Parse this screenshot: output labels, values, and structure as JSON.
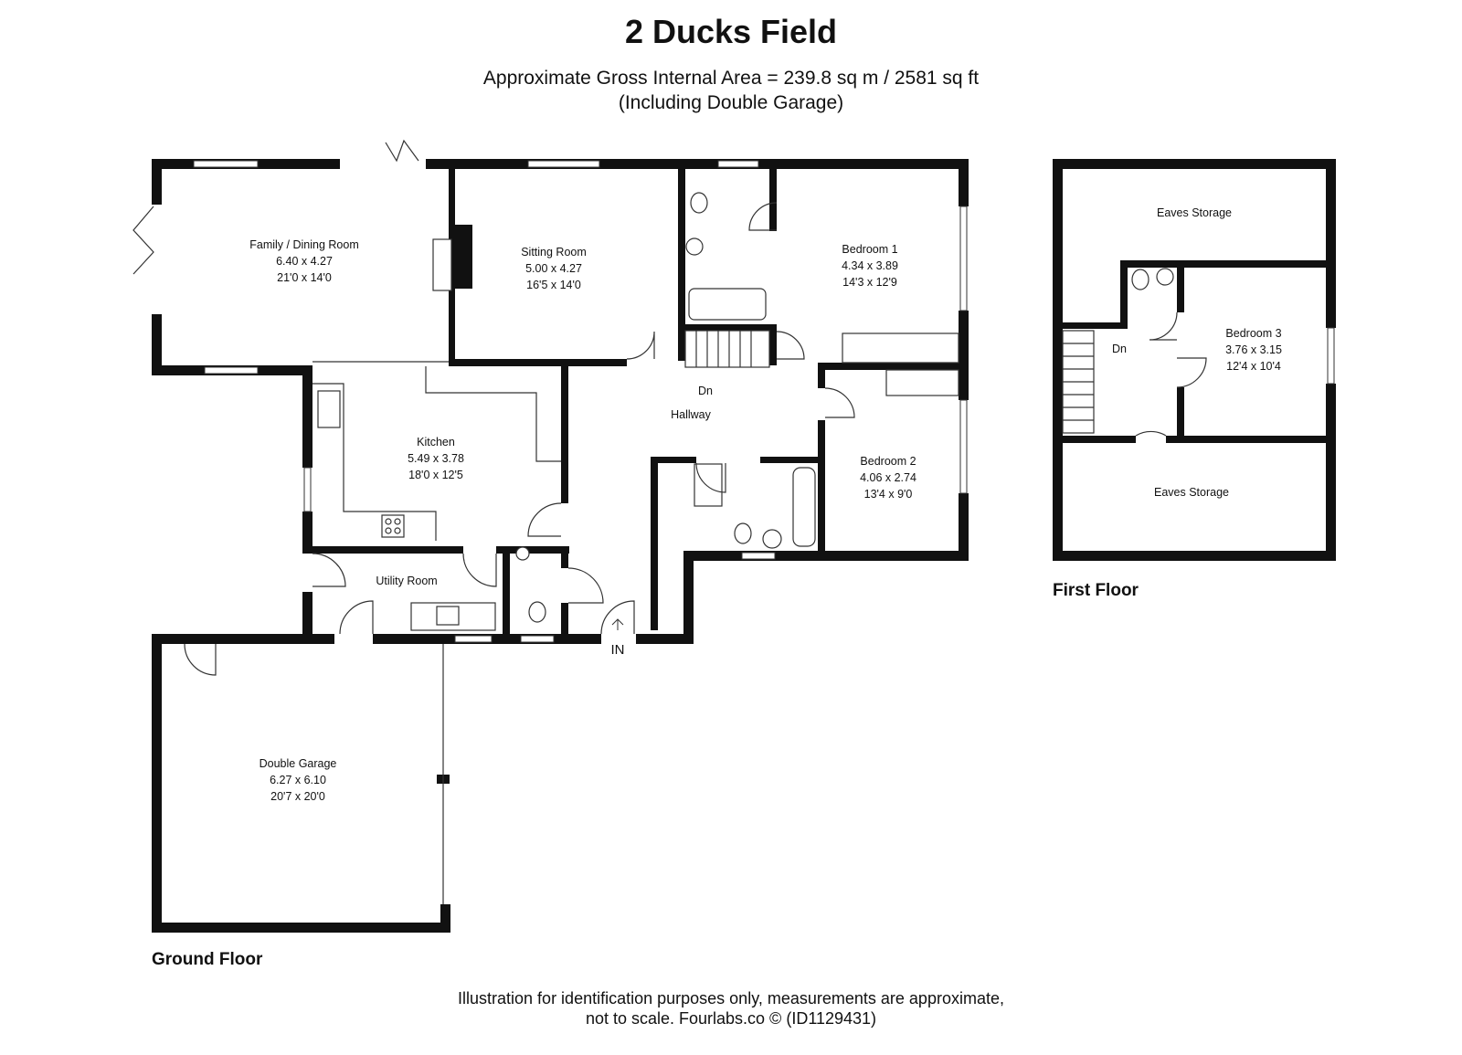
{
  "header": {
    "title": "2 Ducks Field",
    "area_line": "Approximate Gross Internal Area = 239.8 sq m / 2581 sq ft",
    "area_note": "(Including Double Garage)"
  },
  "floors": {
    "ground": {
      "label": "Ground Floor",
      "rooms": [
        {
          "id": "family",
          "name": "Family / Dining Room",
          "metric": "6.40 x 4.27",
          "imperial": "21'0 x 14'0"
        },
        {
          "id": "sitting",
          "name": "Sitting Room",
          "metric": "5.00 x 4.27",
          "imperial": "16'5 x 14'0"
        },
        {
          "id": "bed1",
          "name": "Bedroom 1",
          "metric": "4.34 x 3.89",
          "imperial": "14'3 x 12'9"
        },
        {
          "id": "kitchen",
          "name": "Kitchen",
          "metric": "5.49 x 3.78",
          "imperial": "18'0 x 12'5"
        },
        {
          "id": "bed2",
          "name": "Bedroom 2",
          "metric": "4.06 x 2.74",
          "imperial": "13'4 x 9'0"
        },
        {
          "id": "garage",
          "name": "Double Garage",
          "metric": "6.27 x 6.10",
          "imperial": "20'7 x 20'0"
        }
      ],
      "hallway": "Hallway",
      "utility": "Utility Room",
      "stairs_down": "Dn",
      "entrance": "IN"
    },
    "first": {
      "label": "First Floor",
      "eaves_top": "Eaves Storage",
      "eaves_bottom": "Eaves Storage",
      "stairs_down": "Dn",
      "rooms": [
        {
          "id": "bed3",
          "name": "Bedroom 3",
          "metric": "3.76 x 3.15",
          "imperial": "12'4 x 10'4"
        }
      ]
    }
  },
  "footer": {
    "line1": "Illustration for identification purposes only, measurements are approximate,",
    "line2": "not to scale. Fourlabs.co © (ID1129431)"
  }
}
